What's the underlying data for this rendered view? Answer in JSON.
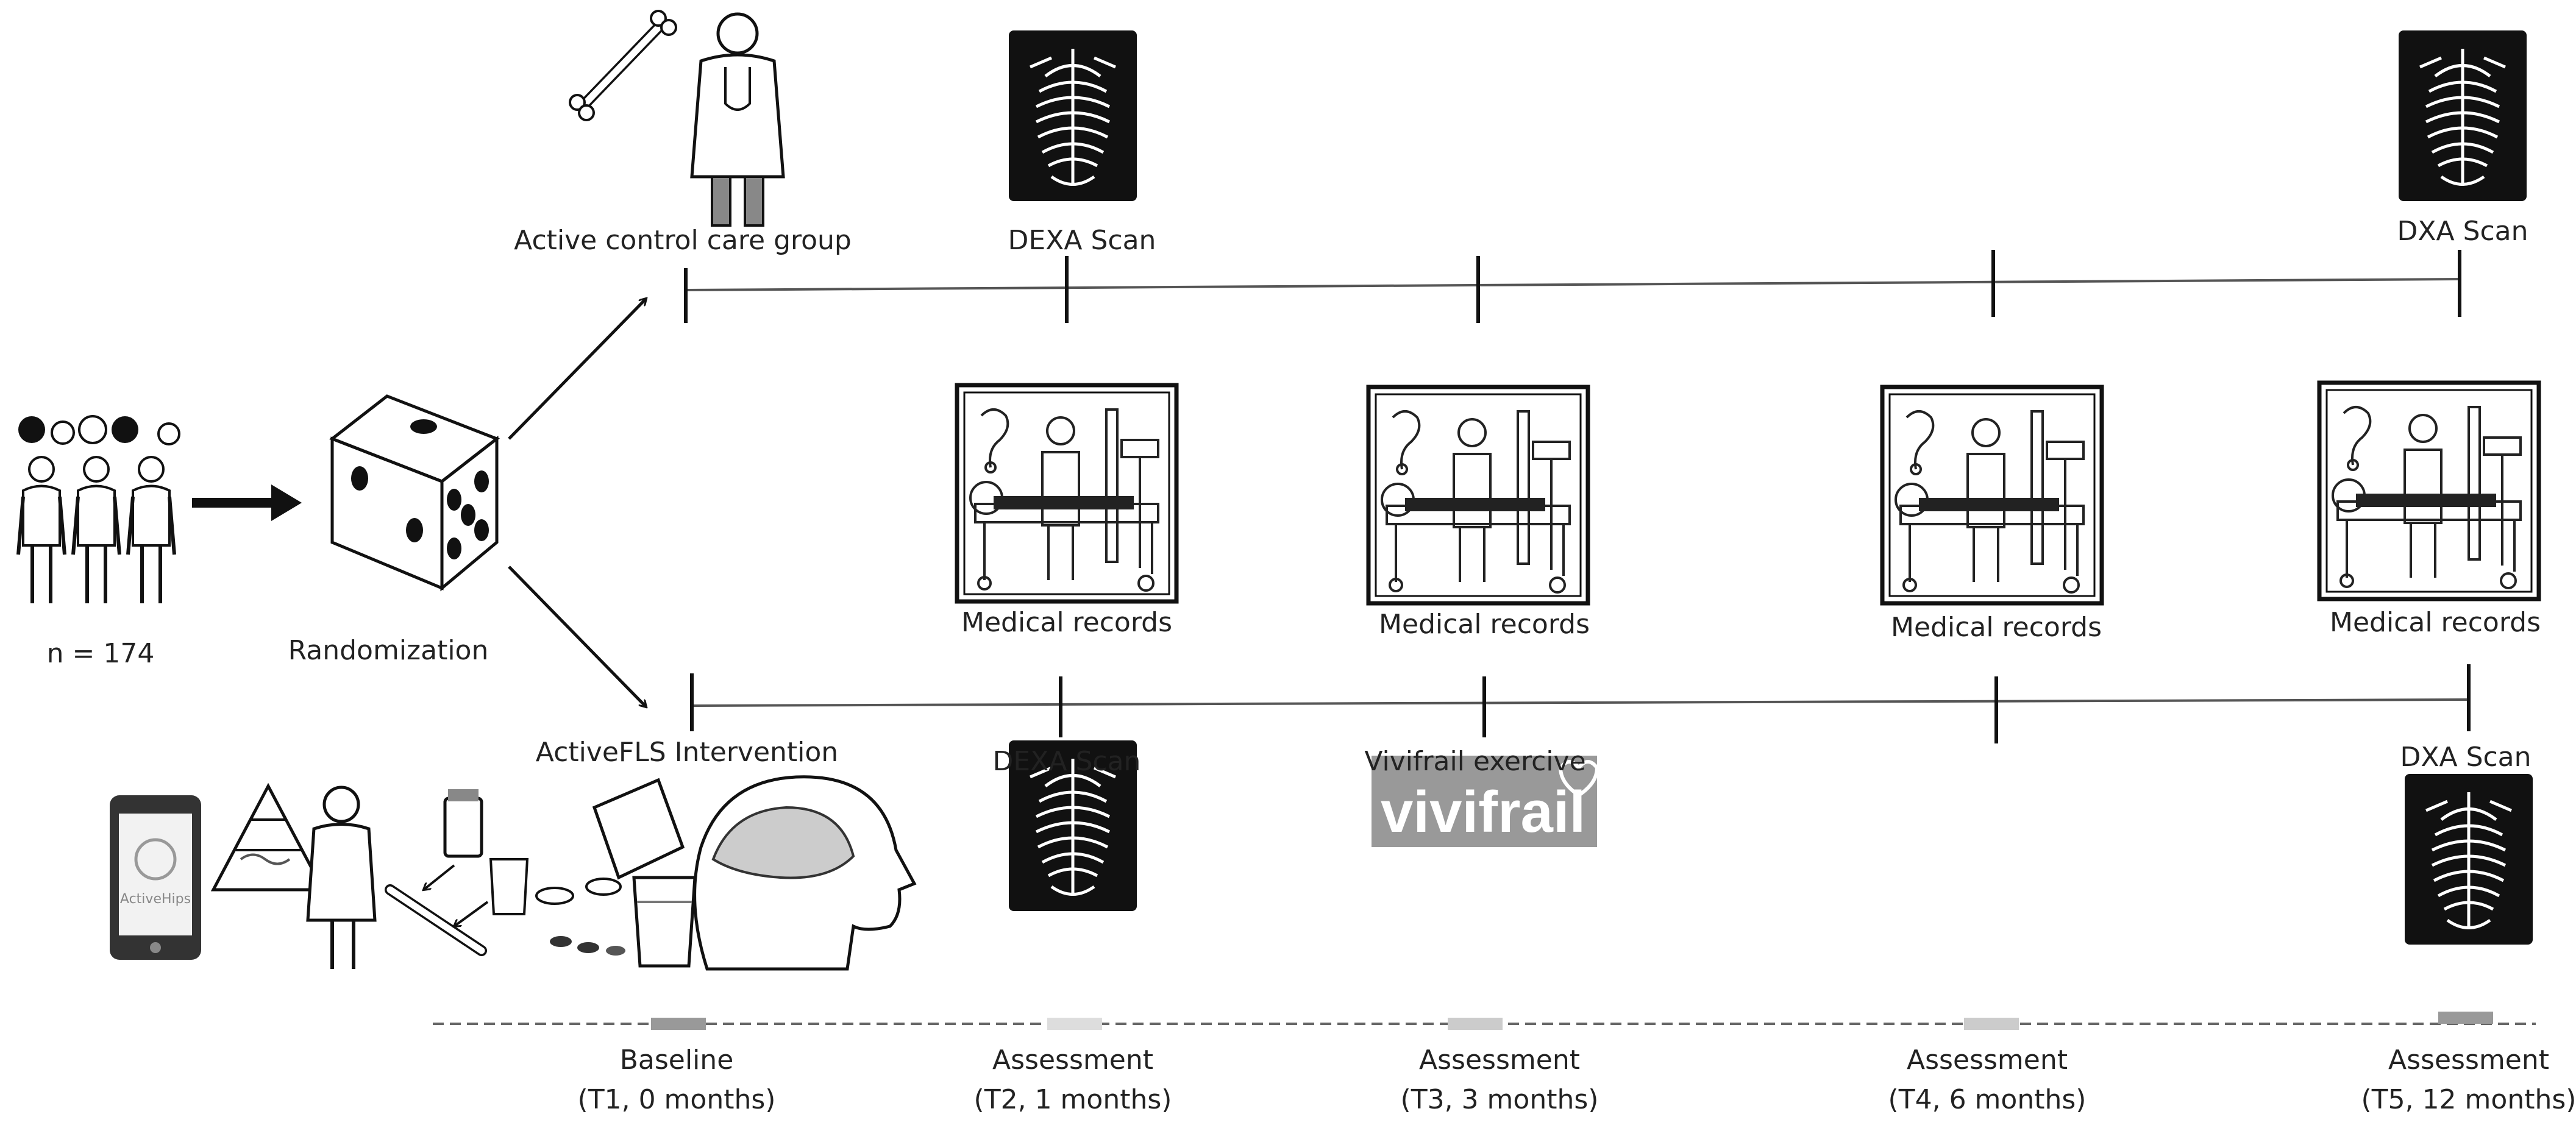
{
  "participants": {
    "n_label": "n = 174"
  },
  "randomization": {
    "label": "Randomization"
  },
  "control_arm": {
    "label": "Active control care group",
    "dexa_top_label": "DEXA Scan",
    "dxa_end_label": "DXA Scan"
  },
  "medical_records": [
    "Medical records",
    "Medical records",
    "Medical records",
    "Medical records"
  ],
  "intervention_arm": {
    "label": "ActiveFLS Intervention",
    "dexa_label": "DEXA Scan",
    "vivifrail_label": "Vivifrail exercive",
    "vivifrail_logo_text": "vivifrail",
    "dxa_end_label": "DXA Scan",
    "app_logo_text": "ActiveHips"
  },
  "timepoints": [
    {
      "title": "Baseline",
      "sub": "(T1, 0 months)"
    },
    {
      "title": "Assessment",
      "sub": "(T2, 1 months)"
    },
    {
      "title": "Assessment",
      "sub": "(T3, 3 months)"
    },
    {
      "title": "Assessment",
      "sub": "(T4, 6 months)"
    },
    {
      "title": "Assessment",
      "sub": "(T5, 12 months)"
    }
  ]
}
